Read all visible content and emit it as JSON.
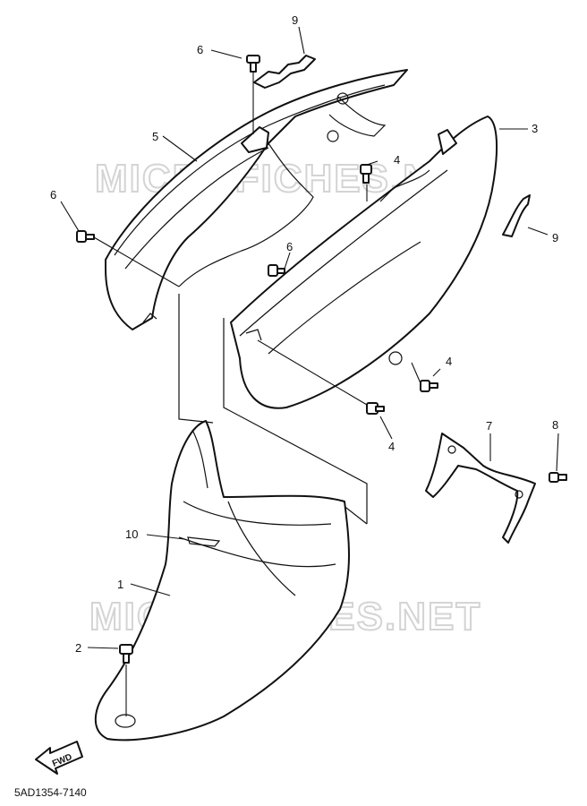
{
  "watermarks": [
    "MICROFICHES.NET",
    "MICROFICHES.NET"
  ],
  "diagram_code": "5AD1354-7140",
  "fwd_label": "FWD",
  "callouts": {
    "c9_top": "9",
    "c6_top": "6",
    "c3": "3",
    "c5": "5",
    "c4_upper": "4",
    "c6_left": "6",
    "c9_right": "9",
    "c6_mid": "6",
    "c4_right": "4",
    "c4_lower": "4",
    "c7": "7",
    "c8": "8",
    "c10": "10",
    "c1": "1",
    "c2": "2"
  }
}
